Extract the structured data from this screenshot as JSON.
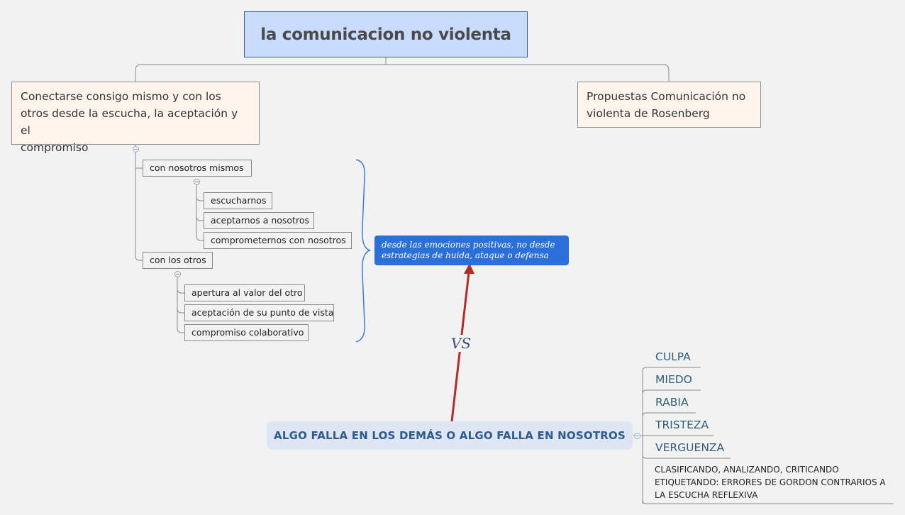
{
  "central_topic": {
    "label": "la comunicacion no violenta"
  },
  "main_topics": [
    {
      "label": "Conectarse consigo mismo y con los otros desde la escucha, la aceptación y el compromiso",
      "lines": [
        "Conectarse consigo mismo y con los",
        "otros desde la escucha, la aceptación y el",
        "compromiso"
      ],
      "children": [
        {
          "label": "con nosotros  mismos",
          "children": [
            {
              "label": "escucharnos"
            },
            {
              "label": "aceptarnos a nosotros"
            },
            {
              "label": "comprometernos con nosotros"
            }
          ]
        },
        {
          "label": "con los otros",
          "children": [
            {
              "label": "apertura al valor del otro"
            },
            {
              "label": "aceptación de su punto de vista"
            },
            {
              "label": "compromiso colaborativo"
            }
          ]
        }
      ]
    },
    {
      "label": "Propuestas Comunicación no violenta de Rosenberg",
      "lines": [
        "Propuestas Comunicación no",
        "violenta de Rosenberg"
      ]
    }
  ],
  "summary_callout": {
    "label": "desde las emociones positivas, no desde estrategias de huida, ataque o defensa",
    "lines": [
      "desde las emociones positivas, no desde",
      "estrategias de huida, ataque o defensa"
    ],
    "color": "#2b6fd8"
  },
  "relationship": {
    "label": "VS",
    "color": "#b52a2a"
  },
  "floating_topic": {
    "label": "ALGO FALLA EN LOS DEMÁS O ALGO FALLA EN NOSOTROS",
    "children": [
      {
        "label": "CULPA"
      },
      {
        "label": "MIEDO"
      },
      {
        "label": "RABIA"
      },
      {
        "label": "TRISTEZA"
      },
      {
        "label": "VERGUENZA"
      },
      {
        "label": "CLASIFICANDO, ANALIZANDO, CRITICANDO ETIQUETANDO: ERRORES DE GORDON CONTRARIOS A LA ESCUCHA REFLEXIVA",
        "lines": [
          "CLASIFICANDO, ANALIZANDO, CRITICANDO",
          "ETIQUETANDO: ERRORES DE GORDON CONTRARIOS A",
          "LA ESCUCHA REFLEXIVA"
        ]
      }
    ]
  },
  "colors": {
    "background": "#f2f2f2",
    "central_fill": "#c9dcfb",
    "main_topic_fill": "#fff4ec",
    "floating_fill": "#dde6f2",
    "floating_text": "#2e5a8e",
    "emotion_text": "#2f5d7c",
    "brace": "#3c7be0"
  }
}
